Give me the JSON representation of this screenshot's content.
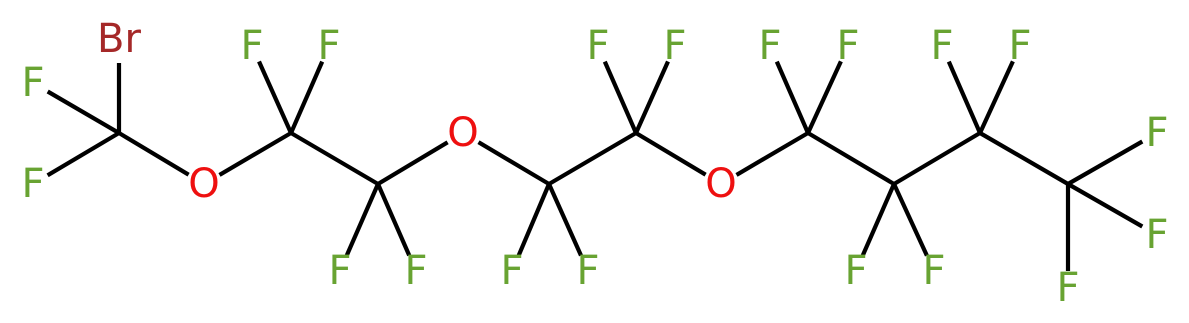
{
  "molecule": {
    "colors": {
      "bond": "#000000",
      "F": "#68a332",
      "O": "#ee1010",
      "Br": "#a52828",
      "C": "#000000"
    },
    "atoms": [
      {
        "id": "c1",
        "element": "C",
        "label": ""
      },
      {
        "id": "br1",
        "element": "Br",
        "label": "Br"
      },
      {
        "id": "f1",
        "element": "F",
        "label": "F"
      },
      {
        "id": "f2",
        "element": "F",
        "label": "F"
      },
      {
        "id": "o1",
        "element": "O",
        "label": "O"
      },
      {
        "id": "c2",
        "element": "C",
        "label": ""
      },
      {
        "id": "f3",
        "element": "F",
        "label": "F"
      },
      {
        "id": "f4",
        "element": "F",
        "label": "F"
      },
      {
        "id": "c3",
        "element": "C",
        "label": ""
      },
      {
        "id": "f5",
        "element": "F",
        "label": "F"
      },
      {
        "id": "f6",
        "element": "F",
        "label": "F"
      },
      {
        "id": "o2",
        "element": "O",
        "label": "O"
      },
      {
        "id": "c4",
        "element": "C",
        "label": ""
      },
      {
        "id": "f7",
        "element": "F",
        "label": "F"
      },
      {
        "id": "f8",
        "element": "F",
        "label": "F"
      },
      {
        "id": "c5",
        "element": "C",
        "label": ""
      },
      {
        "id": "f9",
        "element": "F",
        "label": "F"
      },
      {
        "id": "f10",
        "element": "F",
        "label": "F"
      },
      {
        "id": "o3",
        "element": "O",
        "label": "O"
      },
      {
        "id": "c6",
        "element": "C",
        "label": ""
      },
      {
        "id": "f11",
        "element": "F",
        "label": "F"
      },
      {
        "id": "f12",
        "element": "F",
        "label": "F"
      },
      {
        "id": "c7",
        "element": "C",
        "label": ""
      },
      {
        "id": "f13",
        "element": "F",
        "label": "F"
      },
      {
        "id": "f14",
        "element": "F",
        "label": "F"
      },
      {
        "id": "c8",
        "element": "C",
        "label": ""
      },
      {
        "id": "f15",
        "element": "F",
        "label": "F"
      },
      {
        "id": "f16",
        "element": "F",
        "label": "F"
      },
      {
        "id": "c9",
        "element": "C",
        "label": ""
      },
      {
        "id": "f17",
        "element": "F",
        "label": "F"
      },
      {
        "id": "f18",
        "element": "F",
        "label": "F"
      },
      {
        "id": "f19",
        "element": "F",
        "label": "F"
      }
    ],
    "bonds": [
      [
        "c1",
        "br1"
      ],
      [
        "c1",
        "f1"
      ],
      [
        "c1",
        "f2"
      ],
      [
        "c1",
        "o1"
      ],
      [
        "o1",
        "c2"
      ],
      [
        "c2",
        "f3"
      ],
      [
        "c2",
        "f4"
      ],
      [
        "c2",
        "c3"
      ],
      [
        "c3",
        "f5"
      ],
      [
        "c3",
        "f6"
      ],
      [
        "c3",
        "o2"
      ],
      [
        "o2",
        "c4"
      ],
      [
        "c4",
        "f7"
      ],
      [
        "c4",
        "f8"
      ],
      [
        "c4",
        "c5"
      ],
      [
        "c5",
        "f9"
      ],
      [
        "c5",
        "f10"
      ],
      [
        "c5",
        "o3"
      ],
      [
        "o3",
        "c6"
      ],
      [
        "c6",
        "f11"
      ],
      [
        "c6",
        "f12"
      ],
      [
        "c6",
        "c7"
      ],
      [
        "c7",
        "f13"
      ],
      [
        "c7",
        "f14"
      ],
      [
        "c7",
        "c8"
      ],
      [
        "c8",
        "f15"
      ],
      [
        "c8",
        "f16"
      ],
      [
        "c8",
        "c9"
      ],
      [
        "c9",
        "f17"
      ],
      [
        "c9",
        "f18"
      ],
      [
        "c9",
        "f19"
      ]
    ]
  }
}
